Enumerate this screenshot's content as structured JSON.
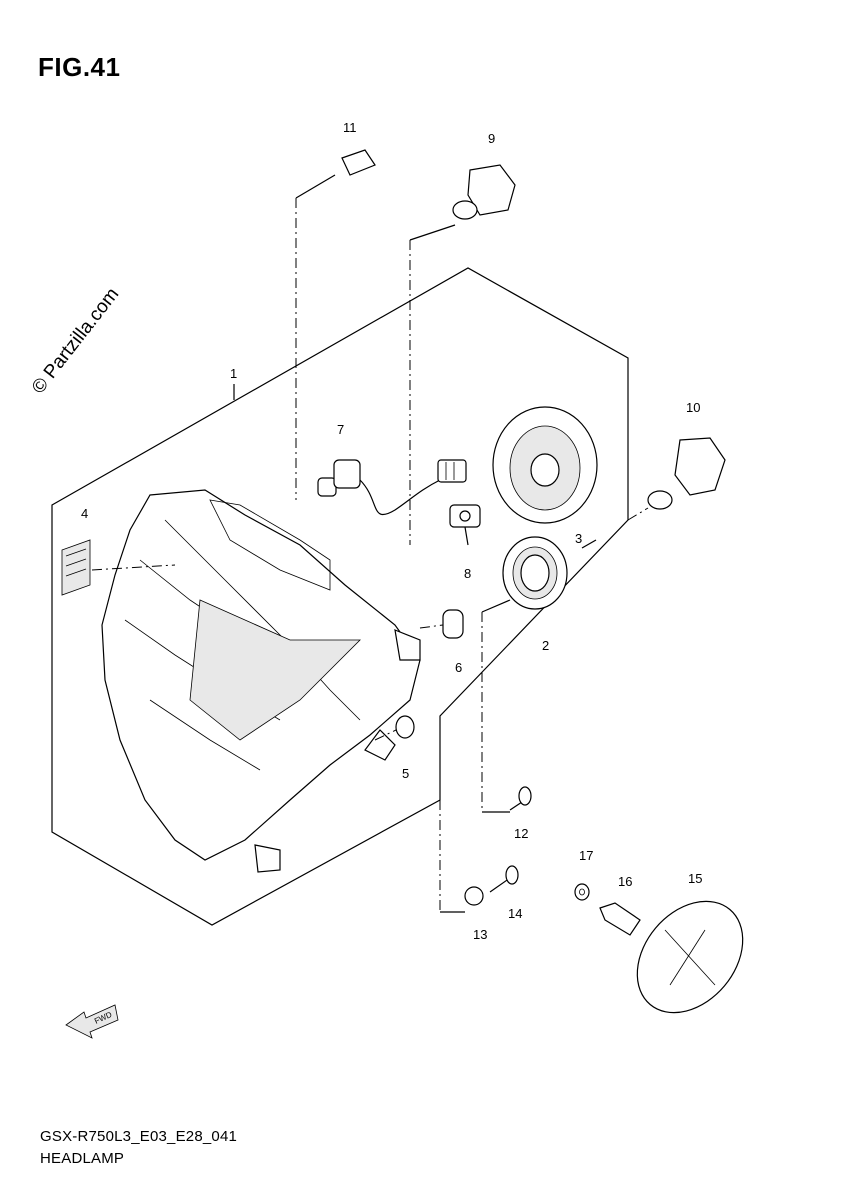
{
  "figure": {
    "title": "FIG.41",
    "model_code": "GSX-R750L3_E03_E28_041",
    "part_name": "HEADLAMP",
    "watermark": "© Partzilla.com",
    "fwd_label": "FWD"
  },
  "callouts": [
    {
      "id": "callout-1",
      "label": "1"
    },
    {
      "id": "callout-2",
      "label": "2"
    },
    {
      "id": "callout-3",
      "label": "3"
    },
    {
      "id": "callout-4",
      "label": "4"
    },
    {
      "id": "callout-5",
      "label": "5"
    },
    {
      "id": "callout-6",
      "label": "6"
    },
    {
      "id": "callout-7",
      "label": "7"
    },
    {
      "id": "callout-8",
      "label": "8"
    },
    {
      "id": "callout-9",
      "label": "9"
    },
    {
      "id": "callout-10",
      "label": "10"
    },
    {
      "id": "callout-11",
      "label": "11"
    },
    {
      "id": "callout-12",
      "label": "12"
    },
    {
      "id": "callout-13",
      "label": "13"
    },
    {
      "id": "callout-14",
      "label": "14"
    },
    {
      "id": "callout-15",
      "label": "15"
    },
    {
      "id": "callout-16",
      "label": "16"
    },
    {
      "id": "callout-17",
      "label": "17"
    }
  ]
}
